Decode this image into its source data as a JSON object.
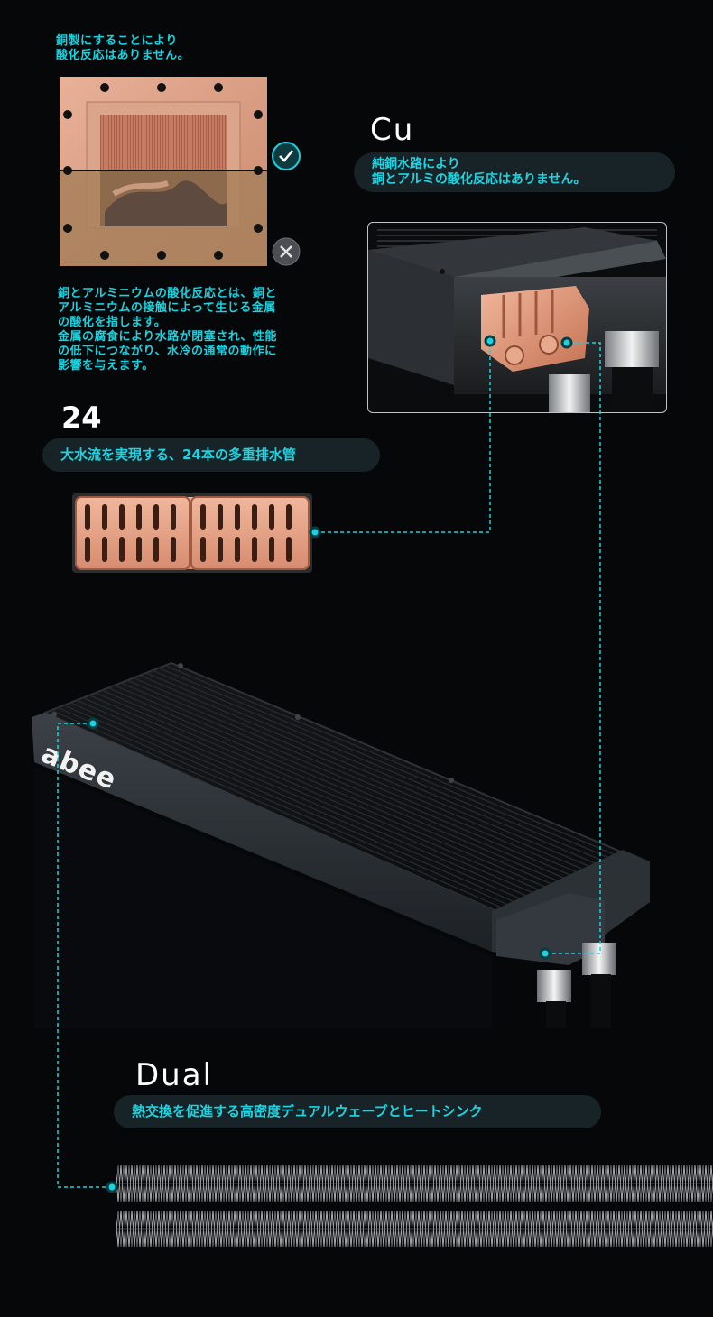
{
  "top_note": {
    "line1": "銅製にすることにより",
    "line2": "酸化反応はありません。"
  },
  "oxidation_note": {
    "lines": [
      "銅とアルミニウムの酸化反応とは、銅と",
      "アルミニウムの接触によって生じる金属",
      "の酸化を指します。",
      "金属の腐食により水路が閉塞され、性能",
      "の低下につながり、水冷の通常の動作に",
      "影響を与えます。"
    ]
  },
  "cu_section": {
    "heading": "Cu",
    "pill_line1": "純銅水路により",
    "pill_line2": "銅とアルミの酸化反応はありません。"
  },
  "tubes_section": {
    "heading": "24",
    "pill": "大水流を実現する、24本の多重排水管"
  },
  "dual_section": {
    "heading": "Dual",
    "pill": "熱交換を促進する高密度デュアルウェーブとヒートシンク"
  },
  "brand": {
    "logo_text": "abee"
  },
  "icons": {
    "ok": "check-circle-icon",
    "ng": "cross-circle-icon"
  },
  "colors": {
    "accent": "#19d3e0",
    "pill_bg": "#172326",
    "copper": "#d99479",
    "background": "#060708"
  }
}
